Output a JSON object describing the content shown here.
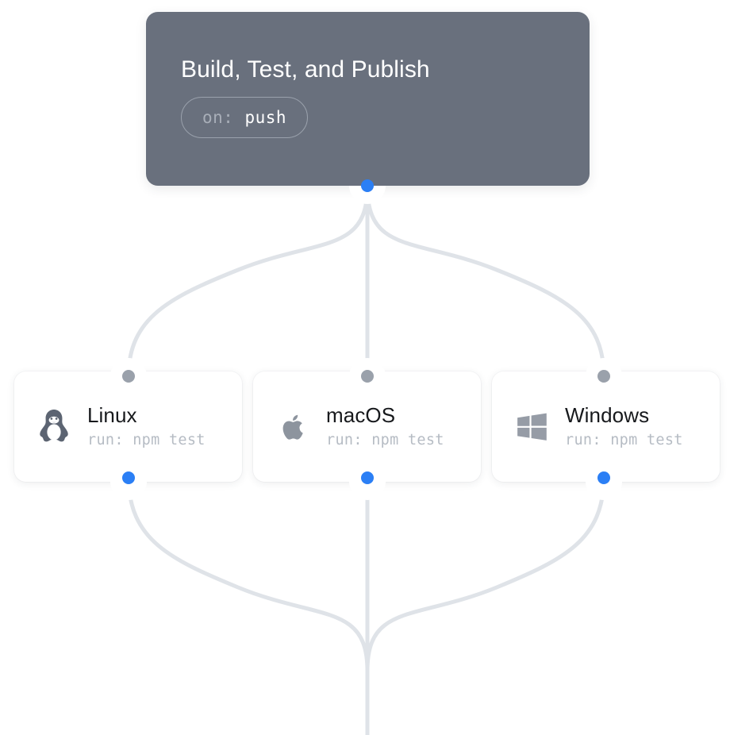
{
  "graph": {
    "background_color": "#ffffff",
    "edge_color": "#dfe3e8",
    "accent_color": "#2b7ff5",
    "port_gray_color": "#9aa1ab"
  },
  "trigger": {
    "title": "Build, Test, and Publish",
    "pill": {
      "key": "on:",
      "value": "push"
    },
    "background_color": "#69707d",
    "title_color": "#ffffff",
    "output_port": "output-port"
  },
  "jobs": [
    {
      "id": "linux",
      "title": "Linux",
      "step": "run: npm test",
      "icon": "linux-penguin-icon",
      "icon_color": "#5c6472"
    },
    {
      "id": "macos",
      "title": "macOS",
      "step": "run: npm test",
      "icon": "apple-icon",
      "icon_color": "#8d949e"
    },
    {
      "id": "windows",
      "title": "Windows",
      "step": "run: npm test",
      "icon": "windows-icon",
      "icon_color": "#969ca6"
    }
  ]
}
